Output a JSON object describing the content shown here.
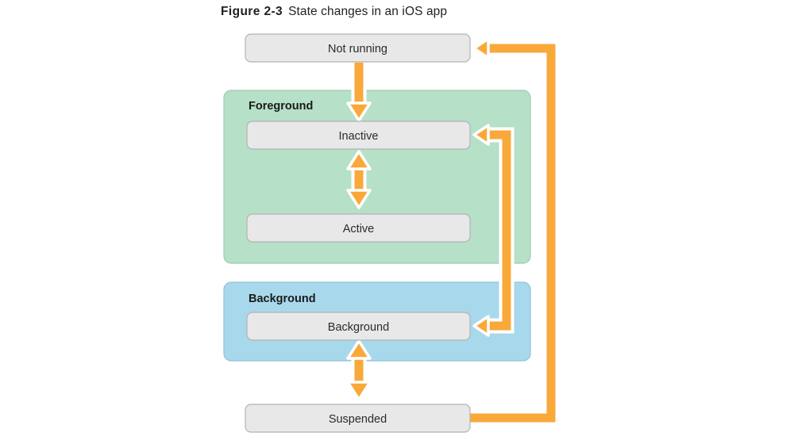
{
  "figure": {
    "number": "Figure 2-3",
    "caption": "State changes in an iOS app"
  },
  "colors": {
    "arrow": "#f9a83a",
    "arrow_outline": "#ffffff",
    "foreground_group_fill": "#b6e0c8",
    "foreground_group_stroke": "#9dcbb2",
    "background_group_fill": "#a8d8ec",
    "background_group_stroke": "#8fc2d8",
    "state_box_fill": "#e8e8e8",
    "state_box_stroke": "#b3b3b3",
    "page_background": "#ffffff",
    "text": "#2b2b2b"
  },
  "states": [
    {
      "id": "not-running",
      "label": "Not running"
    },
    {
      "id": "inactive",
      "label": "Inactive"
    },
    {
      "id": "active",
      "label": "Active"
    },
    {
      "id": "background",
      "label": "Background"
    },
    {
      "id": "suspended",
      "label": "Suspended"
    }
  ],
  "groups": [
    {
      "id": "foreground",
      "label": "Foreground"
    },
    {
      "id": "background",
      "label": "Background"
    }
  ],
  "transitions": [
    {
      "id": "not-running-to-inactive",
      "from": "Not running",
      "to": "Inactive",
      "direction": "down"
    },
    {
      "id": "inactive-active",
      "from": "Inactive",
      "to": "Active",
      "direction": "bidirectional"
    },
    {
      "id": "background-suspended",
      "from": "Background",
      "to": "Suspended",
      "direction": "bidirectional"
    },
    {
      "id": "background-to-inactive",
      "from": "Background",
      "to": "Inactive",
      "direction": "up-left"
    },
    {
      "id": "suspended-to-not-running",
      "from": "Suspended",
      "to": "Not running",
      "direction": "up-left"
    }
  ]
}
